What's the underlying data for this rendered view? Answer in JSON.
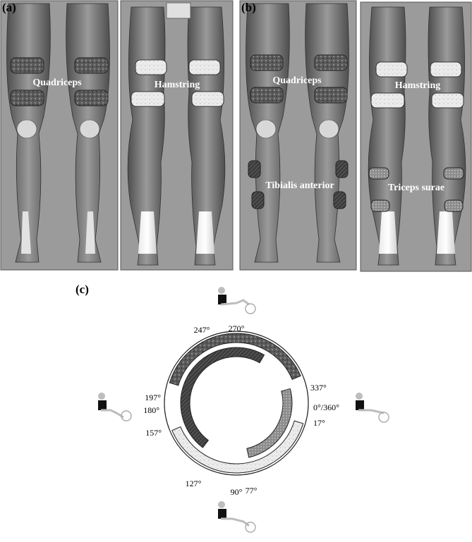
{
  "panel_a": {
    "label": "(a)",
    "front_muscle": "Quadriceps",
    "back_muscle": "Hamstring"
  },
  "panel_b": {
    "label": "(b)",
    "front_muscles": [
      "Quadriceps",
      "Tibialis anterior"
    ],
    "back_muscles": [
      "Hamstring",
      "Triceps surae"
    ]
  },
  "panel_c": {
    "label": "(c)",
    "angles": {
      "a247": "247°",
      "a270": "270°",
      "a337": "337°",
      "a0_360": "0°/360°",
      "a17": "17°",
      "a197": "197°",
      "a180": "180°",
      "a157": "157°",
      "a127": "127°",
      "a90": "90°",
      "a77": "77°"
    }
  },
  "colors": {
    "panel_bg": "#9b9b9b",
    "muscle": "#6f6f6f",
    "electrode_light": "#e6e6e6",
    "electrode_dark": "#4a4a4a",
    "label_text": "#ffffff"
  }
}
